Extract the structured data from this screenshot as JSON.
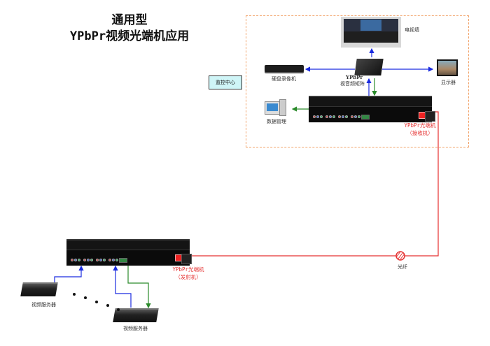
{
  "title": {
    "line1": "通用型",
    "line2": "YPbPr视频光端机应用"
  },
  "monitoring_center": {
    "label": "监控中心",
    "zone_border_color": "#f2a36a",
    "devices": {
      "video_wall": "电视墙",
      "dvr": "硬盘录像机",
      "matrix_line1": "YPbPr",
      "matrix_line2": "视音频矩阵",
      "display": "显示器",
      "data_management": "数据管理",
      "receiver_line1": "YPbPr光端机",
      "receiver_line2": "（接收机）"
    }
  },
  "field_side": {
    "transmitter_line1": "YPbPr光端机",
    "transmitter_line2": "（发射机）",
    "server_left": "视频服务器",
    "server_right": "视频服务器"
  },
  "link": {
    "fiber_label": "光纤",
    "fiber_color": "#e53030",
    "video_signal_color": "#1a2be0",
    "data_signal_color": "#2a8a2a"
  },
  "port_colors": [
    "r",
    "b",
    "g",
    "r",
    "b",
    "g",
    "r",
    "b",
    "g",
    "r",
    "b",
    "g"
  ]
}
